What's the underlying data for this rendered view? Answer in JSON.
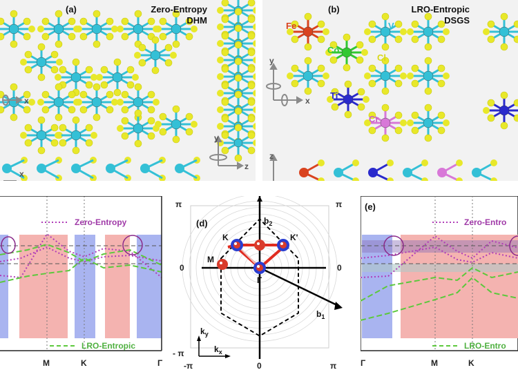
{
  "top_panels": {
    "a": {
      "label": "(a)",
      "title_line1": "Zero-Entropy",
      "title_line2": "DHM"
    },
    "b": {
      "label": "(b)",
      "title_line1": "LRO-Entropic",
      "title_line2": "DSGS",
      "elements": [
        {
          "name": "Fe",
          "color": "#d9431f"
        },
        {
          "name": "V",
          "color": "#34c0d6"
        },
        {
          "name": "Co",
          "color": "#32c832"
        },
        {
          "name": "Cl",
          "color": "#e8e82a"
        },
        {
          "name": "Ti",
          "color": "#2a2acc"
        },
        {
          "name": "Cr",
          "color": "#d878d8"
        }
      ]
    },
    "axes": {
      "x": "x",
      "y": "y",
      "z": "z"
    }
  },
  "bottom_panels": {
    "c": {
      "legend_top": "Zero-Entropy",
      "legend_bottom": "LRO-Entropic",
      "x_ticks": [
        "M",
        "K",
        "Γ"
      ]
    },
    "d": {
      "label": "(d)",
      "axis_ticks": {
        "top_left": "π",
        "top_right": "π",
        "left_mid": "0",
        "right_mid": "0",
        "bottom_left": "-π",
        "bottom_mid": "0",
        "bottom_right": "π",
        "corner_y": "- π"
      },
      "points": [
        "K",
        "K'",
        "M",
        "Γ"
      ],
      "vectors": [
        "b",
        "b"
      ],
      "vector_subs": [
        "2",
        "1"
      ],
      "k_axes": [
        "k",
        "k"
      ],
      "k_subs": [
        "y",
        "x"
      ]
    },
    "e": {
      "label": "(e)",
      "legend_top": "Zero-Entro",
      "legend_bottom": "LRO-Entro",
      "x_ticks": [
        "Γ",
        "M",
        "K"
      ]
    }
  },
  "colors": {
    "zero_entropy": "#b03cb8",
    "lro_entropic": "#5cc83c",
    "blue_band": "#a9b4f0",
    "red_band": "#f4b3b0",
    "vanadium": "#34c0d6",
    "chlorine": "#e8e82a",
    "point_red": "#d93b2b",
    "point_blue": "#2a3ed1"
  }
}
